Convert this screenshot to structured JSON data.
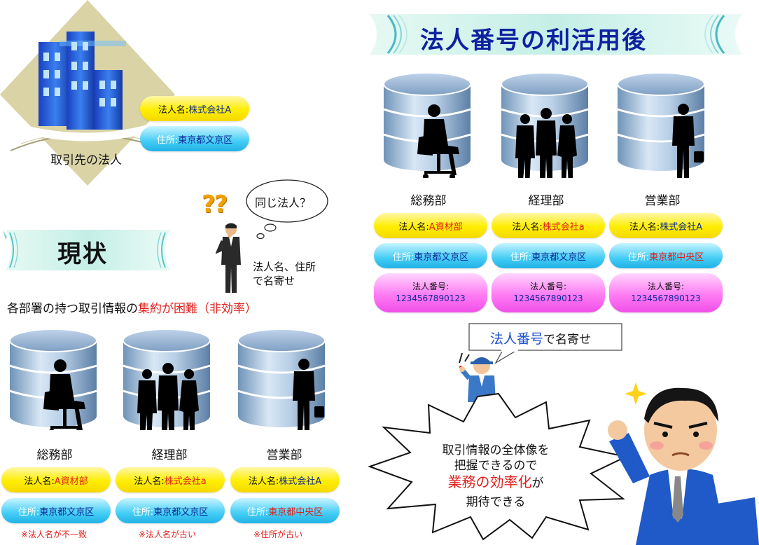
{
  "company": {
    "caption": "取引先の法人",
    "name_key": "法人名:",
    "name_val": "株式会社A",
    "addr_key": "住所:",
    "addr_val": "東京都文京区"
  },
  "question": {
    "bubble": "同じ法人？",
    "marks": "??",
    "caption_line1": "法人名、住所",
    "caption_line2": "で名寄せ"
  },
  "current": {
    "banner": "現状",
    "problem_prefix": "各部署の持つ取引情報の",
    "problem_emph": "集約が困難",
    "problem_suffix": "（非効率）",
    "depts": [
      {
        "name": "総務部",
        "name_key": "法人名:",
        "name_val": "A資材部",
        "addr_key": "住所:",
        "addr_val": "東京都文京区",
        "note": "※法人名が不一致"
      },
      {
        "name": "経理部",
        "name_key": "法人名:",
        "name_val": "株式会社a",
        "addr_key": "住所:",
        "addr_val": "東京都文京区",
        "note": "※法人名が古い"
      },
      {
        "name": "営業部",
        "name_key": "法人名:",
        "name_val": "株式会社A",
        "addr_key": "住所:",
        "addr_val": "東京都中央区",
        "note": "※住所が古い"
      }
    ]
  },
  "after": {
    "banner": "法人番号の利活用後",
    "depts": [
      {
        "name": "総務部",
        "name_key": "法人名:",
        "name_val": "A資材部",
        "addr_key": "住所:",
        "addr_val": "東京都文京区",
        "num_key": "法人番号:",
        "num_val": "1234567890123"
      },
      {
        "name": "経理部",
        "name_key": "法人名:",
        "name_val": "株式会社a",
        "addr_key": "住所:",
        "addr_val": "東京都文京区",
        "num_key": "法人番号:",
        "num_val": "1234567890123"
      },
      {
        "name": "営業部",
        "name_key": "法人名:",
        "name_val": "株式会社A",
        "addr_key": "住所:",
        "addr_val": "東京都中央区",
        "num_key": "法人番号:",
        "num_val": "1234567890123"
      }
    ],
    "nayose_emph": "法人番号",
    "nayose_rest": "で名寄せ",
    "burst_line1": "取引情報の全体像を",
    "burst_line2": "把握できるので",
    "burst_emph": "業務の効率化",
    "burst_line3_rest": "が",
    "burst_line4": "期待できる"
  },
  "colors": {
    "red": "#e0201c",
    "blue": "#1020c8",
    "yellow": "#ffee00",
    "cyan": "#44cdf5",
    "magenta": "#ff7cf3"
  }
}
